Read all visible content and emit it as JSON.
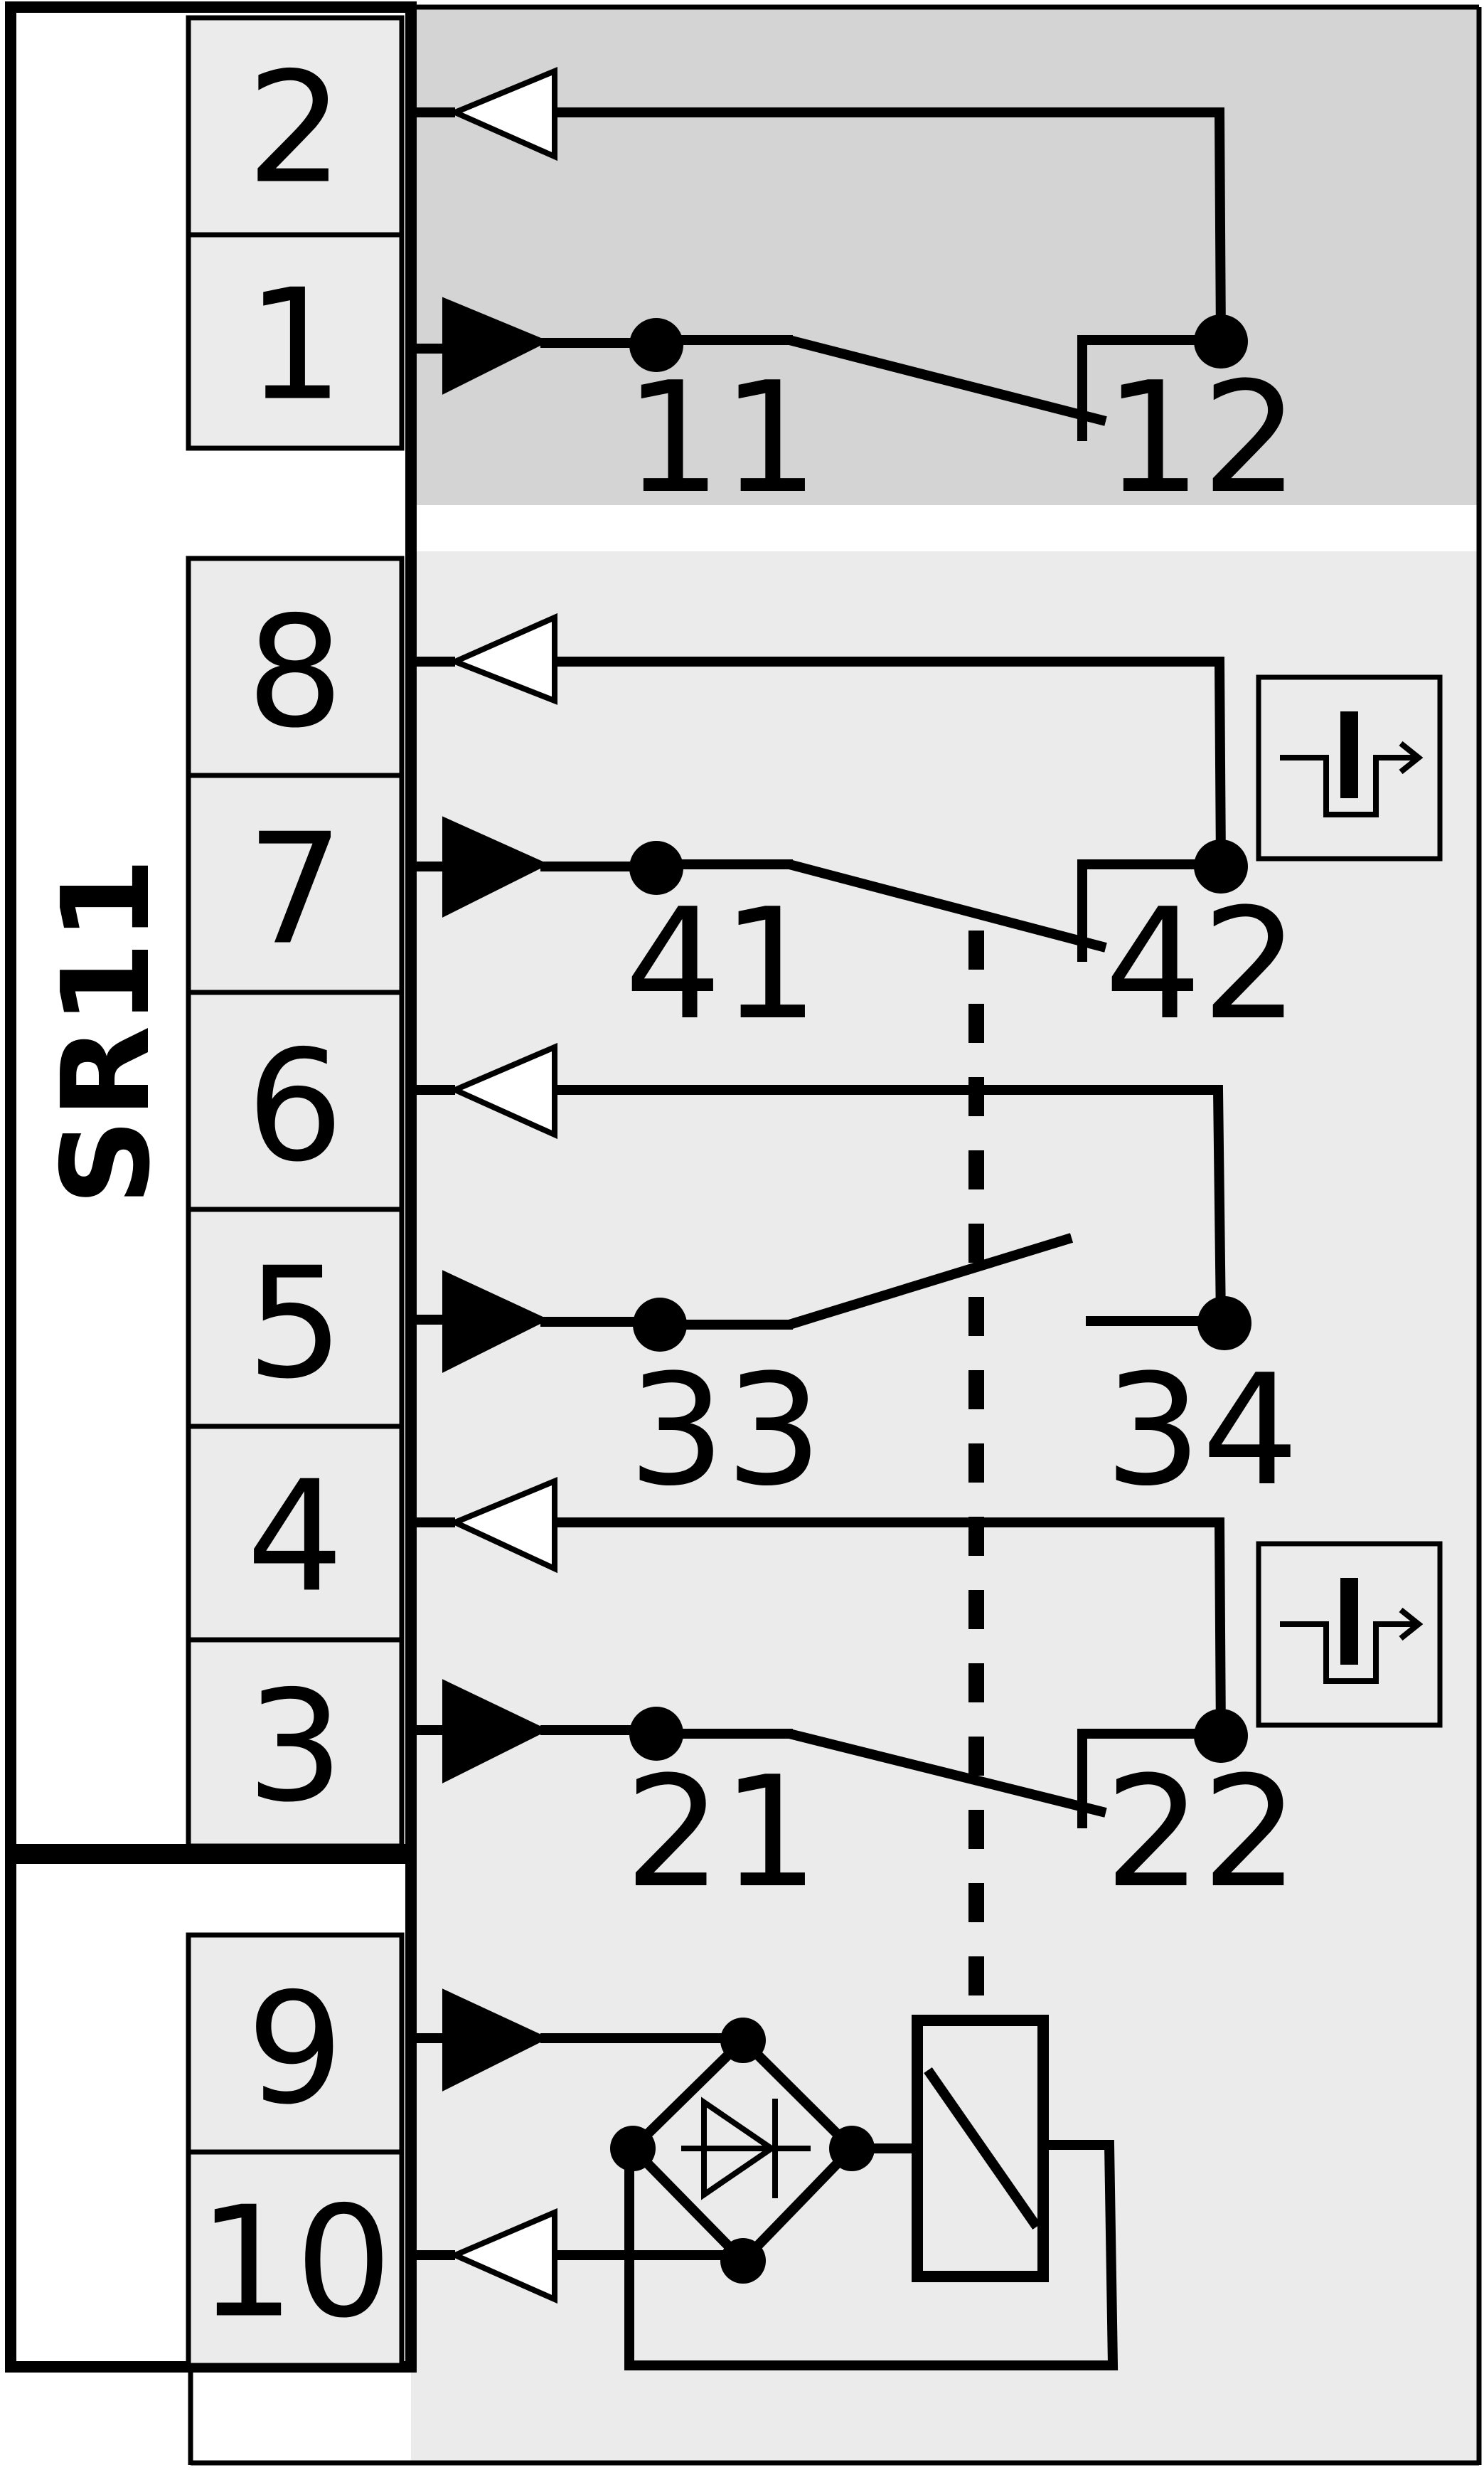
{
  "device": {
    "label": "SR11"
  },
  "terminals": [
    {
      "label": "2"
    },
    {
      "label": "1"
    },
    {
      "label": "8"
    },
    {
      "label": "7"
    },
    {
      "label": "6"
    },
    {
      "label": "5"
    },
    {
      "label": "4"
    },
    {
      "label": "3"
    },
    {
      "label": "9"
    },
    {
      "label": "10"
    }
  ],
  "contacts": {
    "c11": "11",
    "c12": "12",
    "c41": "41",
    "c42": "42",
    "c33": "33",
    "c34": "34",
    "c21": "21",
    "c22": "22"
  },
  "colors": {
    "upper_group_bg": "#d4d4d4",
    "lower_group_bg": "#ebebeb",
    "terminal_bg": "#ebebeb",
    "line": "#000000"
  },
  "icons": [
    "positive-opening-icon",
    "positive-opening-icon",
    "bridge-rectifier-icon",
    "relay-coil-icon"
  ]
}
